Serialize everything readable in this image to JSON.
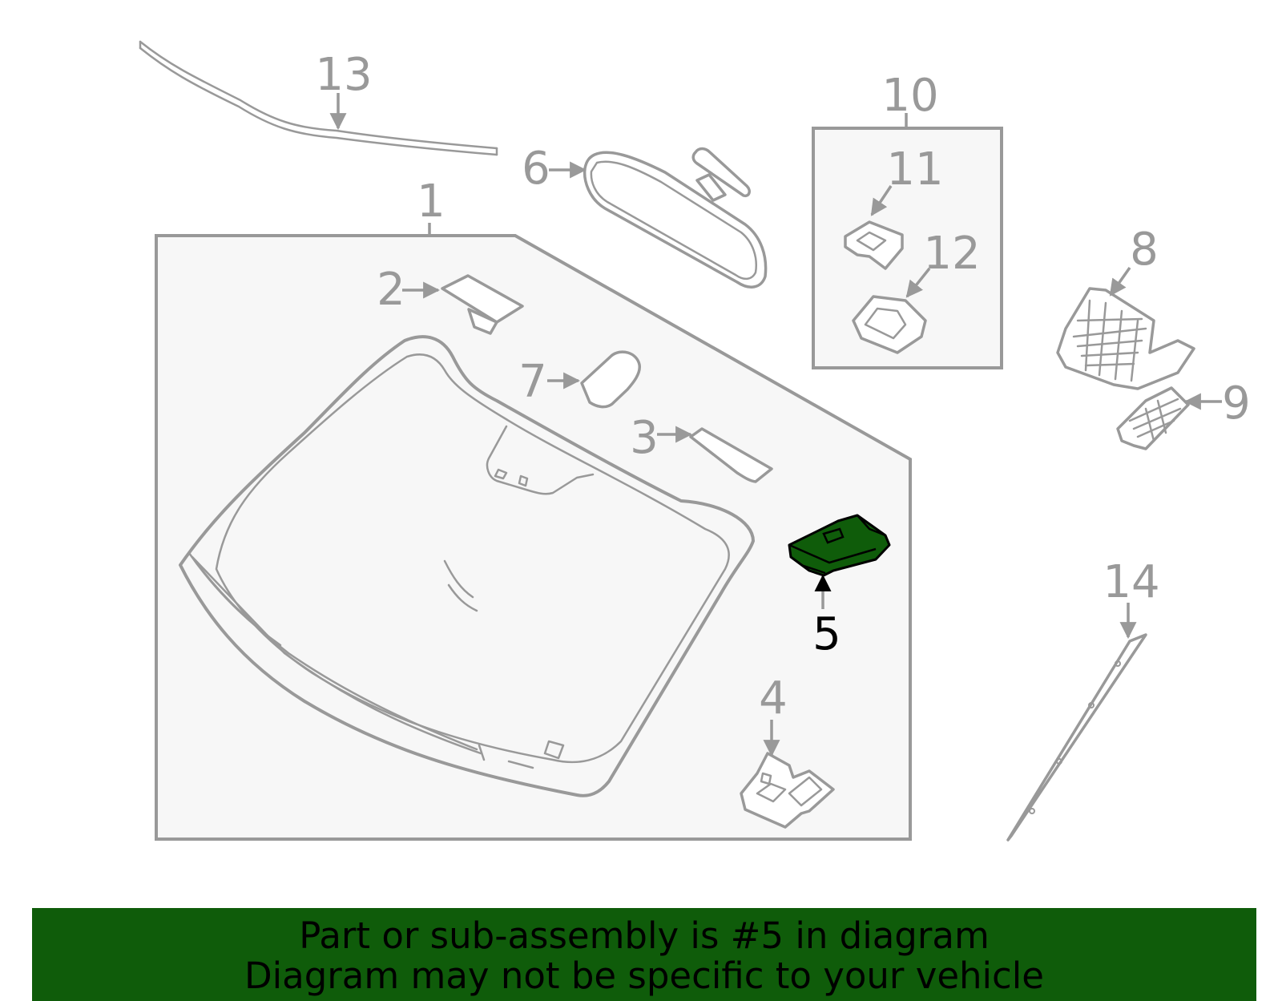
{
  "diagram": {
    "callouts": [
      "1",
      "2",
      "3",
      "4",
      "5",
      "6",
      "7",
      "8",
      "9",
      "10",
      "11",
      "12",
      "13",
      "14"
    ],
    "highlighted_part": "5",
    "highlight_color": "#0f5c0a",
    "line_color": "#999999",
    "panel_fill": "#f7f7f7"
  },
  "banner": {
    "line1": "Part or sub-assembly is #5 in diagram",
    "line2": "Diagram may not be specific to your vehicle",
    "background": "#0f5c0a"
  }
}
